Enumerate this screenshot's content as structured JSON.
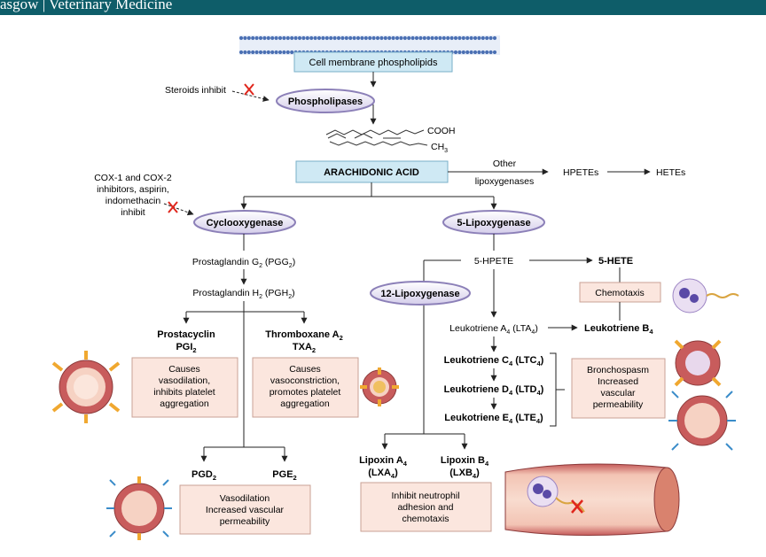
{
  "header": {
    "brand_text": "asgow | Veterinary Medicine",
    "bar_color": "#0e5d69"
  },
  "colors": {
    "box_blue": "#cfe9f4",
    "box_pink": "#fbe6de",
    "enzyme_fill": "#dcd6ee",
    "enzyme_stroke": "#8c80b8",
    "inhibit_red": "#e0261c",
    "membrane_blue": "#4b70b3"
  },
  "diagram": {
    "membrane": "Cell membrane phospholipids",
    "steroids": "Steroids inhibit",
    "phospholipases": "Phospholipases",
    "cooh": "COOH",
    "ch3": "CH",
    "ch3_sub": "3",
    "aa": "ARACHIDONIC ACID",
    "other": "Other",
    "lipoxygenases": "lipoxygenases",
    "hpetes": "HPETEs",
    "hetes": "HETEs",
    "cox_l1": "COX-1 and COX-2",
    "cox_l2": "inhibitors, aspirin,",
    "cox_l3": "indomethacin",
    "cox_l4": "inhibit",
    "cyclooxygenase": "Cyclooxygenase",
    "lox5": "5-Lipoxygenase",
    "pgg2": {
      "pre": "Prostaglandin G",
      "sub": "2",
      "post": " (PGG",
      "sub2": "2",
      "end": ")"
    },
    "pgh2": {
      "pre": "Prostaglandin H",
      "sub": "2",
      "post": " (PGH",
      "sub2": "2",
      "end": ")"
    },
    "hpete5": "5-HPETE",
    "hete5": "5-HETE",
    "chemotaxis": "Chemotaxis",
    "lox12": "12-Lipoxygenase",
    "lta4": {
      "pre": "Leukotriene A",
      "sub": "4",
      "post": " (LTA",
      "sub2": "4",
      "end": ")"
    },
    "ltb4": {
      "pre": "Leukotriene B",
      "sub": "4"
    },
    "ltc4": {
      "pre": "Leukotriene C",
      "sub": "4",
      "post": " (LTC",
      "sub2": "4",
      "end": ")"
    },
    "ltd4": {
      "pre": "Leukotriene D",
      "sub": "4",
      "post": " (LTD",
      "sub2": "4",
      "end": ")"
    },
    "lte4": {
      "pre": "Leukotriene E",
      "sub": "4",
      "post": " (LTE",
      "sub2": "4",
      "end": ")"
    },
    "prostacyclin": "Prostacyclin",
    "pgi2": {
      "pre": "PGI",
      "sub": "2"
    },
    "thromboxane": {
      "pre": "Thromboxane A",
      "sub": "2"
    },
    "txa2": {
      "pre": "TXA",
      "sub": "2"
    },
    "box_pgi": [
      "Causes",
      "vasodilation,",
      "inhibits platelet",
      "aggregation"
    ],
    "box_txa": [
      "Causes",
      "vasoconstriction,",
      "promotes platelet",
      "aggregation"
    ],
    "box_broncho": [
      "Bronchospasm",
      "Increased",
      "vascular",
      "permeability"
    ],
    "pgd2": {
      "pre": "PGD",
      "sub": "2"
    },
    "pge2": {
      "pre": "PGE",
      "sub": "2"
    },
    "box_pgd": [
      "Vasodilation",
      "Increased vascular",
      "permeability"
    ],
    "lxa4": {
      "pre": "Lipoxin A",
      "sub": "4",
      "paren": "(LXA",
      "sub2": "4",
      "end": ")"
    },
    "lxb4": {
      "pre": "Lipoxin B",
      "sub": "4",
      "paren": "(LXB",
      "sub2": "4",
      "end": ")"
    },
    "box_lipoxin": [
      "Inhibit neutrophil",
      "adhesion and",
      "chemotaxis"
    ]
  }
}
